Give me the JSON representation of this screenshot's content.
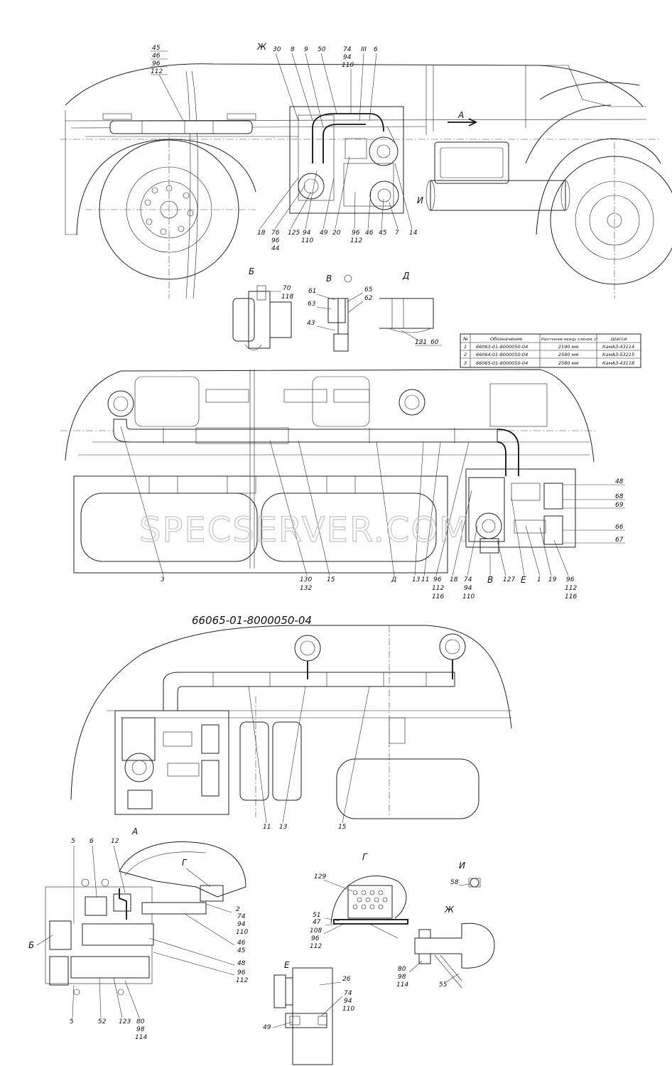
{
  "drawing_title": "66065-01-8000050-04",
  "watermark": "SPECSERVER.COM",
  "views": {
    "B_cyr": "Б",
    "V_cyr": "В",
    "D_cyr": "Д",
    "G_cyr": "Г",
    "I_cyr": "И",
    "Zh_cyr": "Ж",
    "E_cyr": "Е",
    "A_cyr": "А"
  },
  "spec_table": {
    "headers": [
      "№",
      "Обозначение",
      "Расстояние между ключом, L*",
      "Шасси"
    ],
    "rows": [
      [
        "1",
        "66063-01-8000050-04",
        "2190 мм",
        "КамАЗ-43114"
      ],
      [
        "2",
        "66064-01-8000050-04",
        "2580 мм",
        "КамАЗ-53215"
      ],
      [
        "3",
        "66065-01-8000050-04",
        "2580 мм",
        "КамАЗ-43118"
      ]
    ]
  },
  "callouts": {
    "top": {
      "s45": "45",
      "s46": "46",
      "s96": "96",
      "s112": "112",
      "zh": "Ж",
      "c30": "30",
      "c8": "8",
      "c9": "9",
      "c50": "50",
      "c74": "74",
      "c94": "94",
      "c110": "110",
      "c3": "III",
      "c6": "6",
      "a": "А",
      "i": "И",
      "b18": "18",
      "b76": "76",
      "b96": "96",
      "b44": "44",
      "b125": "125",
      "b94": "94",
      "b110": "110",
      "b49": "49",
      "b20": "20",
      "b96b": "96",
      "b46": "46",
      "b45": "45",
      "b7": "7",
      "b14": "14",
      "b112": "112"
    },
    "details1": {
      "b70": "70",
      "b118": "118",
      "v61": "61",
      "v65": "65",
      "v63": "63",
      "v62": "62",
      "v43": "43",
      "d121": "121",
      "d60": "60"
    },
    "mid": {
      "r48": "48",
      "r68": "68",
      "r69": "69",
      "r66": "66",
      "r67": "67",
      "b3": "3",
      "b130": "130",
      "b132": "132",
      "b15": "15",
      "bD": "Д",
      "b13": "13",
      "b11": "11",
      "b96": "96",
      "b112": "112",
      "b116": "116",
      "b18": "18",
      "b74": "74",
      "b94": "94",
      "b110": "110",
      "bV": "В",
      "b127": "127",
      "bE": "Е",
      "b1": "1",
      "b19": "19",
      "c96": "96",
      "c112": "112",
      "c116": "116"
    },
    "low": {
      "l11": "11",
      "l13": "13",
      "l15": "15"
    },
    "bottom": {
      "a5": "5",
      "a6": "6",
      "a12": "12",
      "aG": "Г",
      "a2": "2",
      "a74": "74",
      "a94": "94",
      "a110": "110",
      "a46": "46",
      "a45": "45",
      "a48": "48",
      "a96": "96",
      "a112": "112",
      "aB": "Б",
      "a5b": "5",
      "a52": "52",
      "a123": "123",
      "a80": "80",
      "a98": "98",
      "a114": "114",
      "g129": "129",
      "g51": "51",
      "g47": "47",
      "g108": "108",
      "g96": "96",
      "g112": "112",
      "i58": "58",
      "zh80": "80",
      "zh98": "98",
      "zh114": "114",
      "zh55": "55",
      "e26": "26",
      "e74": "74",
      "e94": "94",
      "e110": "110",
      "e49": "49"
    }
  }
}
